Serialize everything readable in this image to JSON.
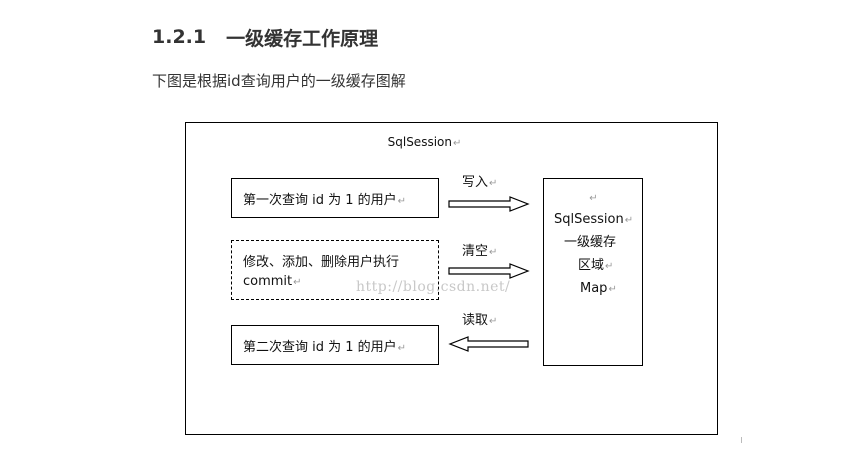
{
  "section": {
    "number": "1.2.1",
    "title": "一级缓存工作原理"
  },
  "intro": "下图是根据id查询用户的一级缓存图解",
  "diagram": {
    "session_title": "SqlSession",
    "paragraph_mark": "↵",
    "steps": [
      {
        "text": "第一次查询 id 为 1 的用户",
        "arrow_label": "写入",
        "direction": "to-cache",
        "border": "solid"
      },
      {
        "text_line1": "修改、添加、删除用户执行",
        "text_line2": "commit",
        "arrow_label": "清空",
        "direction": "to-cache",
        "border": "dashed"
      },
      {
        "text": "第二次查询 id 为 1 的用户",
        "arrow_label": "读取",
        "direction": "from-cache",
        "border": "solid"
      }
    ],
    "cache": {
      "line1": "SqlSession",
      "line2": "一级缓存",
      "line3": "区域",
      "line4": "Map"
    }
  },
  "watermark": "http://blog.csdn.net/"
}
